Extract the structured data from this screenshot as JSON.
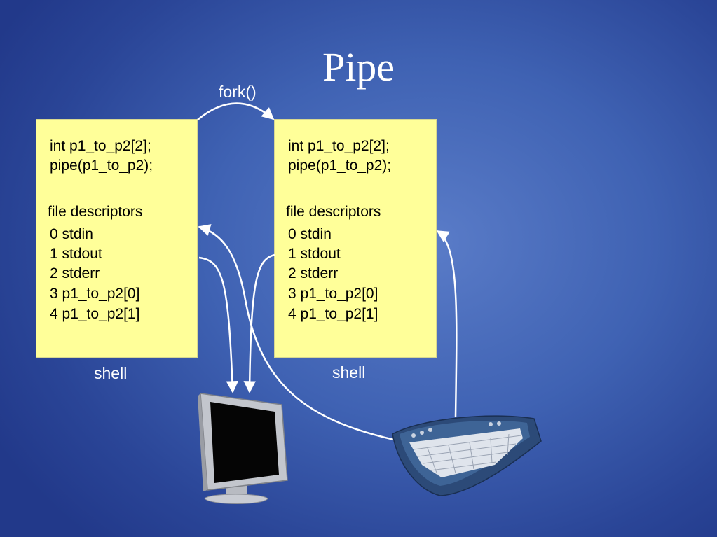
{
  "title": "Pipe",
  "fork_label": "fork()",
  "process_boxes": [
    {
      "code": [
        "int p1_to_p2[2];",
        "pipe(p1_to_p2);"
      ],
      "fd_heading": "file descriptors",
      "fds": [
        "0 stdin",
        "1 stdout",
        "2 stderr",
        "3 p1_to_p2[0]",
        "4 p1_to_p2[1]"
      ],
      "caption": "shell"
    },
    {
      "code": [
        "int p1_to_p2[2];",
        "pipe(p1_to_p2);"
      ],
      "fd_heading": "file descriptors",
      "fds": [
        "0 stdin",
        "1 stdout",
        "2 stderr",
        "3 p1_to_p2[0]",
        "4 p1_to_p2[1]"
      ],
      "caption": "shell"
    }
  ],
  "icons": [
    "monitor-icon",
    "keyboard-icon"
  ],
  "colors": {
    "box_fill": "#ffff99",
    "arrow": "#ffffff",
    "background": "#3f62b3"
  }
}
